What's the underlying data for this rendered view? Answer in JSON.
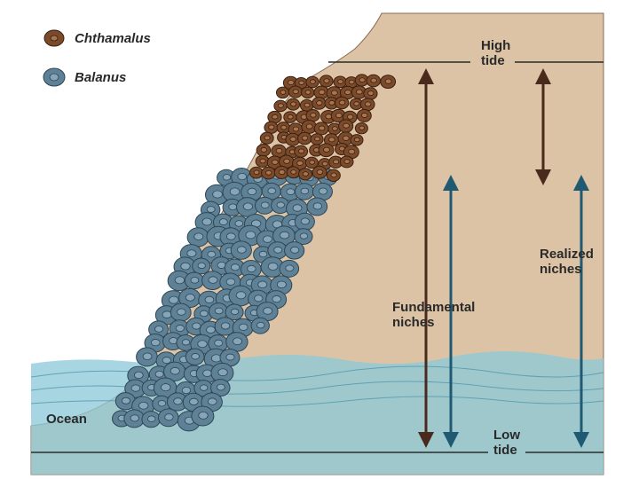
{
  "legend": {
    "species_1": "Chthamalus",
    "species_2": "Balanus"
  },
  "labels": {
    "high_tide": [
      "High",
      "tide"
    ],
    "low_tide": [
      "Low",
      "tide"
    ],
    "ocean": "Ocean",
    "fundamental_niches": [
      "Fundamental",
      "niches"
    ],
    "realized_niches": [
      "Realized",
      "niches"
    ]
  },
  "colors": {
    "rock": "#dcc3a5",
    "chthamalus": "#7a4a2a",
    "balanus": "#5f8196",
    "water": "#8ec9d8",
    "arrow_brown": "#4a2a1c",
    "arrow_teal": "#1f5a72",
    "tide_line": "#2a2a2a"
  }
}
